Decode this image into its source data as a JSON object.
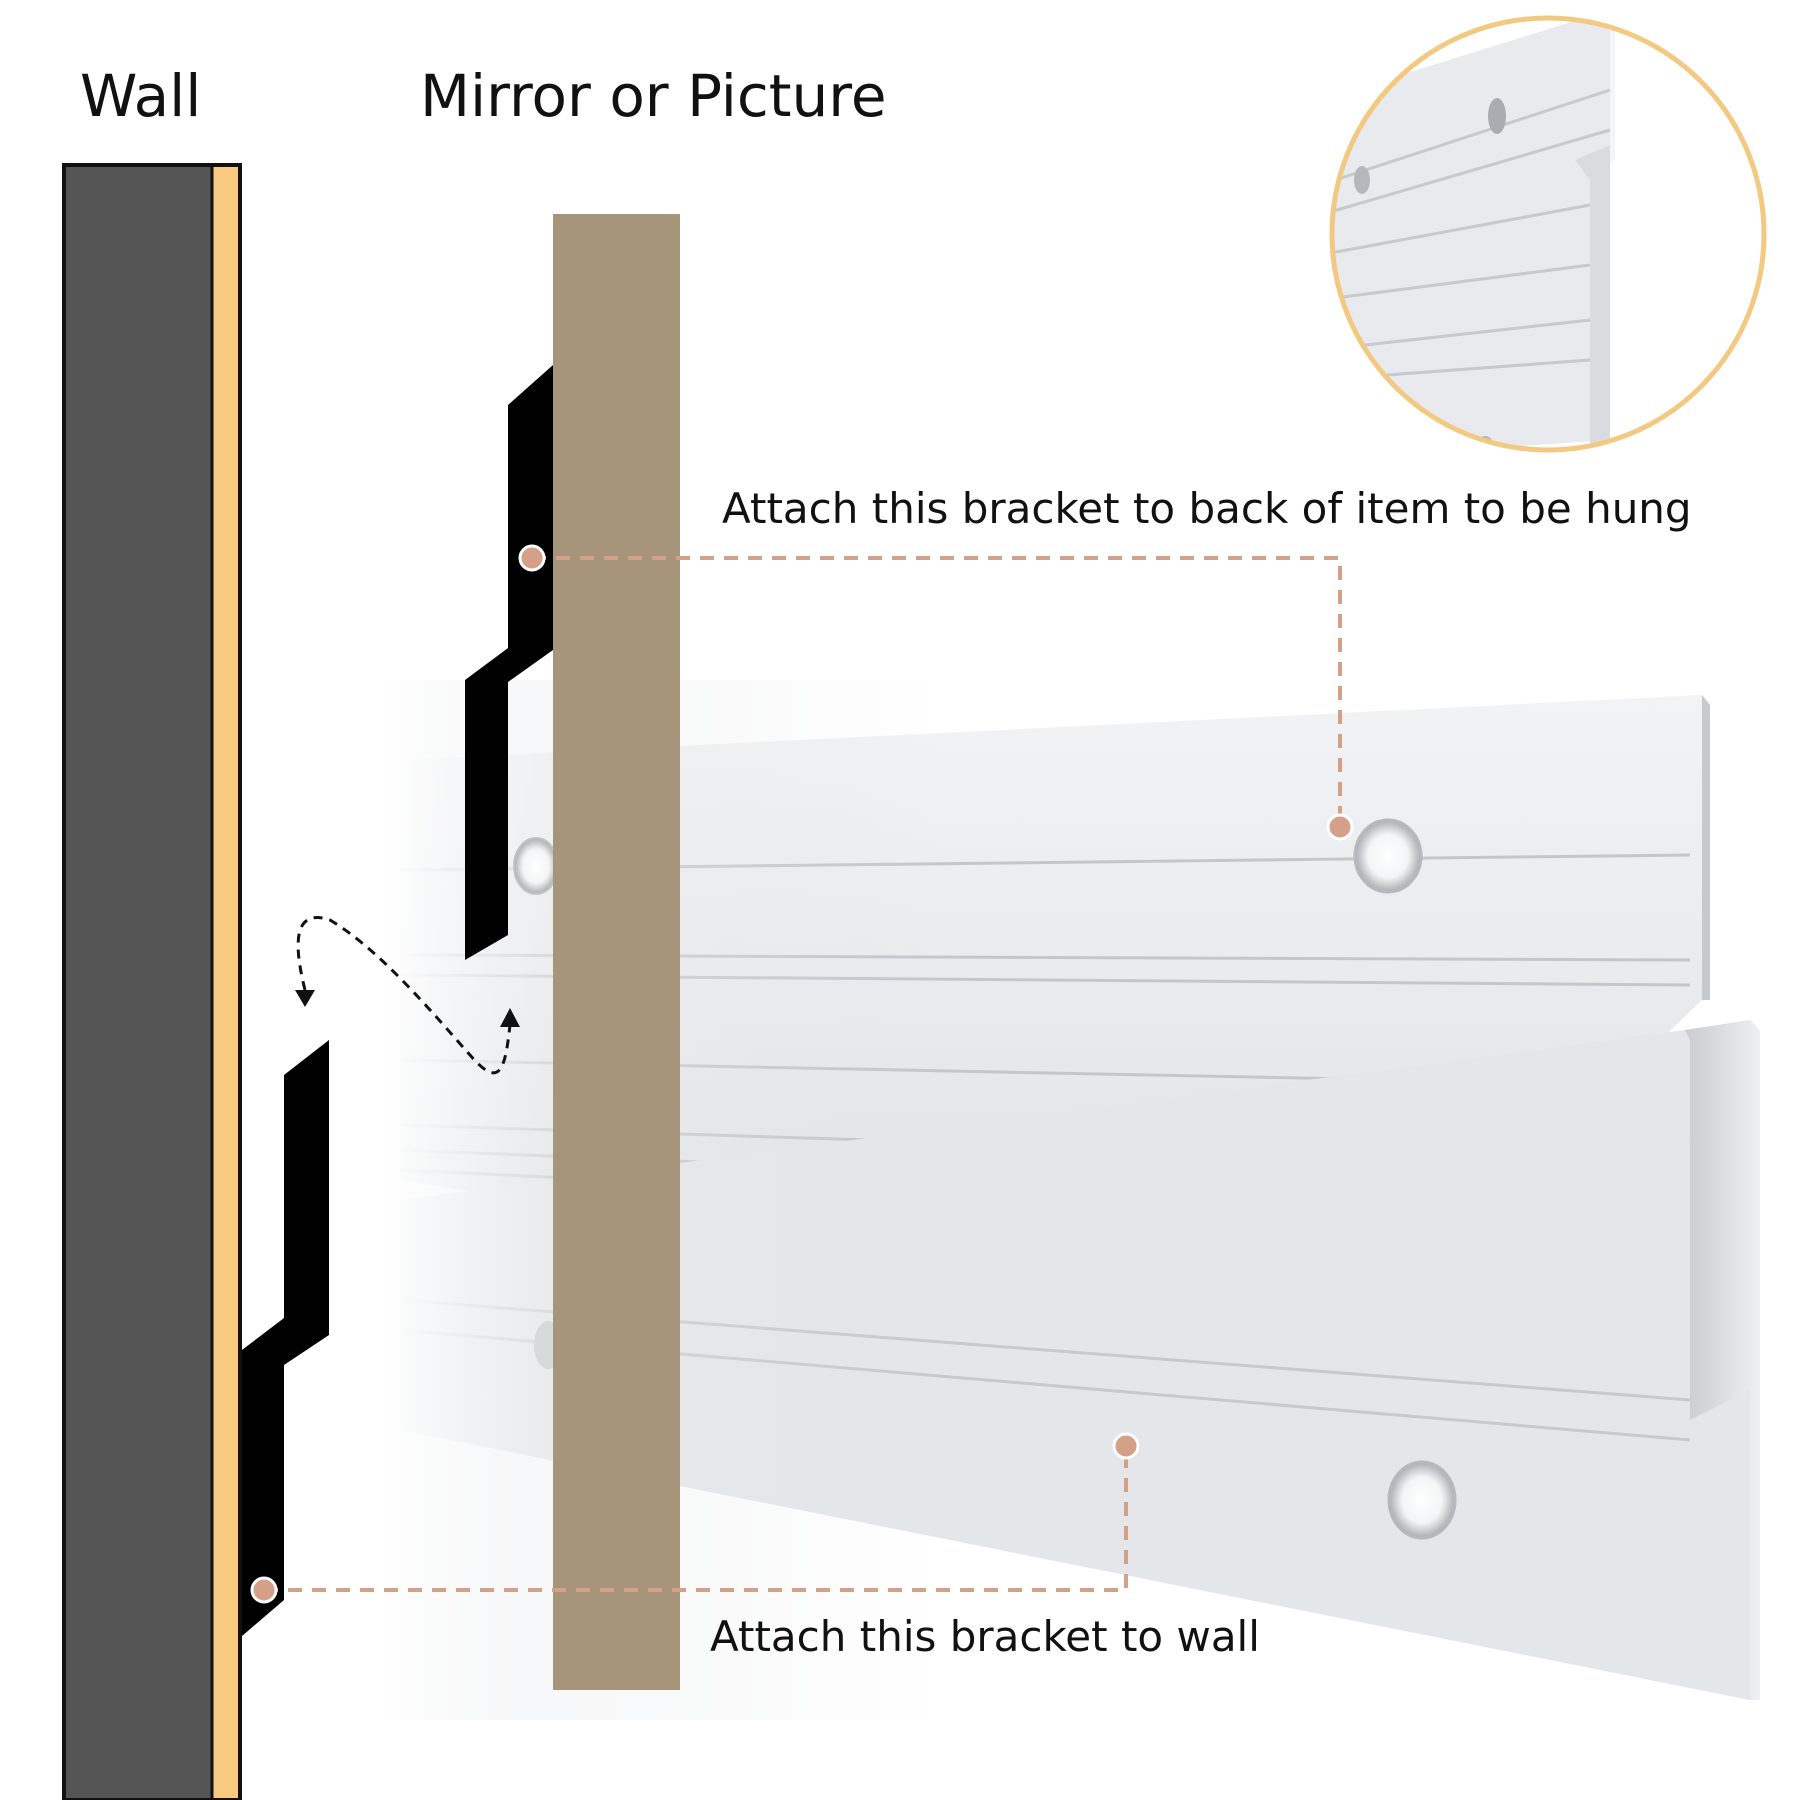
{
  "labels": {
    "wall": "Wall",
    "mirror": "Mirror or Picture",
    "top_callout": "Attach this bracket to back of item to be hung",
    "bottom_callout": "Attach this bracket to wall"
  },
  "colors": {
    "wall": "#545454",
    "wall_face": "#f8c97e",
    "panel": "#a6957b",
    "bracket": "#000000",
    "callout": "#d4a088",
    "aluminum_light": "#eef0f2",
    "aluminum_mid": "#d6d9dc",
    "aluminum_dark": "#aeb2b6",
    "zoom_ring": "#f3c982"
  },
  "icons": [
    "dashed-curved-arrow-icon",
    "callout-dot-icon"
  ]
}
